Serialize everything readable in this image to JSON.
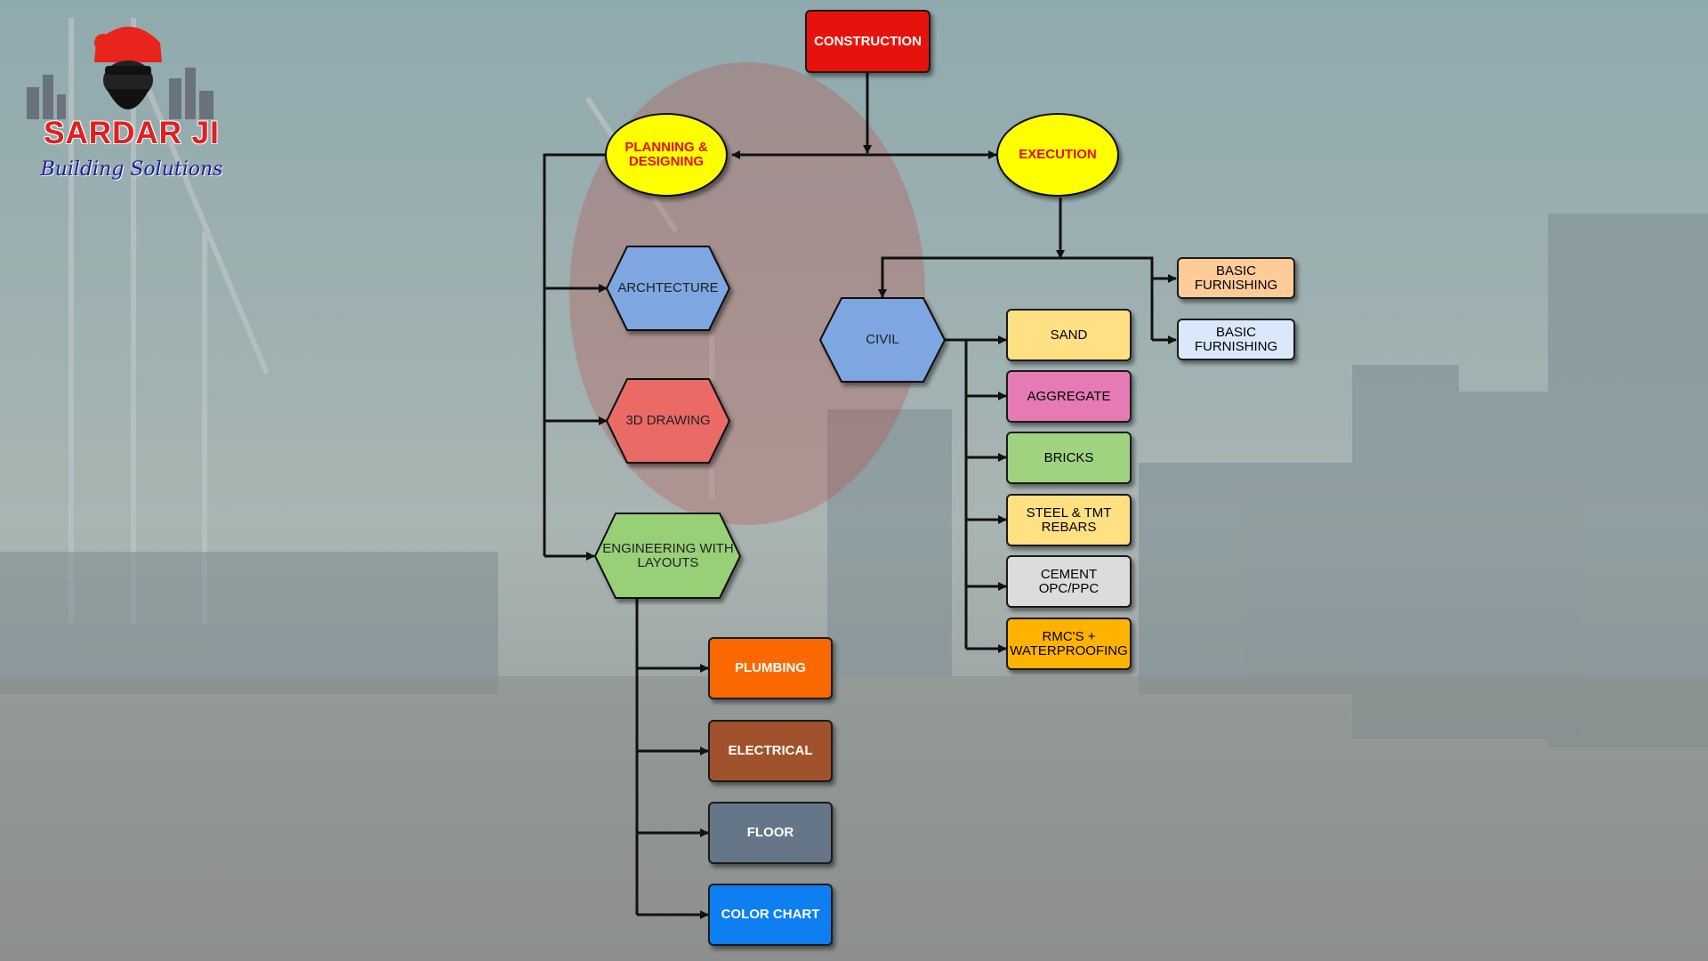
{
  "logo": {
    "title": "SARDAR JI",
    "subtitle": "Building Solutions"
  },
  "nodes": {
    "construction": "CONSTRUCTION",
    "planning": "PLANNING &\nDESIGNING",
    "execution": "EXECUTION",
    "architecture": "ARCHTECTURE",
    "drawing_3d": "3D DRAWING",
    "engineering": "ENGINEERING WITH\nLAYOUTS",
    "plumbing": "PLUMBING",
    "electrical": "ELECTRICAL",
    "floor": "FLOOR",
    "color_chart": "COLOR CHART",
    "civil": "CIVIL",
    "basic_furnishing_1": "BASIC\nFURNISHING",
    "basic_furnishing_2": "BASIC\nFURNISHING",
    "sand": "SAND",
    "aggregate": "AGGREGATE",
    "bricks": "BRICKS",
    "steel": "STEEL & TMT\nREBARS",
    "cement": "CEMENT\nOPC/PPC",
    "rmc": "RMC'S +\nWATERPROOFING"
  },
  "colors": {
    "construction": "#e8120c",
    "planning": "#ffff00",
    "execution": "#ffff00",
    "architecture": "#7ea6e0",
    "drawing_3d": "#ea6b66",
    "engineering": "#97d077",
    "plumbing": "#fa6800",
    "electrical": "#a0522d",
    "floor": "#647687",
    "color_chart": "#0d7ff0",
    "civil": "#7ea6e0",
    "basic_furnishing_1": "#ffcc99",
    "basic_furnishing_2": "#dae8fc",
    "sand": "#ffe083",
    "aggregate": "#e57ab5",
    "bricks": "#9fd37f",
    "steel": "#ffe083",
    "cement": "#dcdcdc",
    "rmc": "#ffb300"
  }
}
